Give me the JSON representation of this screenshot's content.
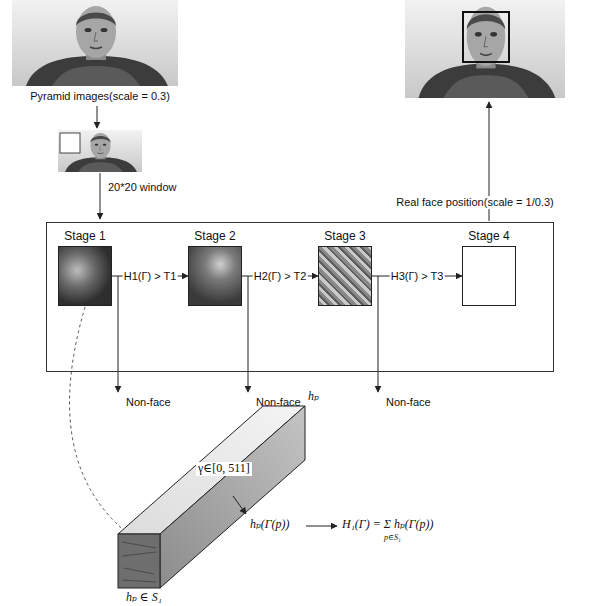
{
  "diagram": {
    "nodes": [
      {
        "text": []
      },
      {
        "text": [
          "Stage 1"
        ],
        "in": 0
      },
      {
        "text": [
          "Stage 2"
        ],
        "in": 0
      },
      {
        "text": [
          "Stage 3"
        ],
        "in": 0
      },
      {
        "text": [
          "Stage 4"
        ],
        "in": 0
      }
    ],
    "edges": [
      {
        "from": 1,
        "to": 2,
        "label": "H1(Γ) > T1",
        "arrow": "to"
      },
      {
        "from": 2,
        "to": 3,
        "label": "H2(Γ) > T2",
        "arrow": "to"
      },
      {
        "from": 3,
        "to": 4,
        "label": "H3(Γ) > T3",
        "arrow": "to"
      }
    ],
    "labels": [
      "Pyramid images(scale = 0.3)",
      "20*20 window",
      "Non-face",
      "Non-face",
      "Non-face",
      "Real face position(scale = 1/0.3)",
      "hₚ",
      "γ∈[0, 511]",
      "hₚ(Γ(p))",
      "H₁(Γ) = Σ hₚ(Γ(p))",
      "p∈S₁",
      "hₚ ∈ S₁"
    ]
  }
}
